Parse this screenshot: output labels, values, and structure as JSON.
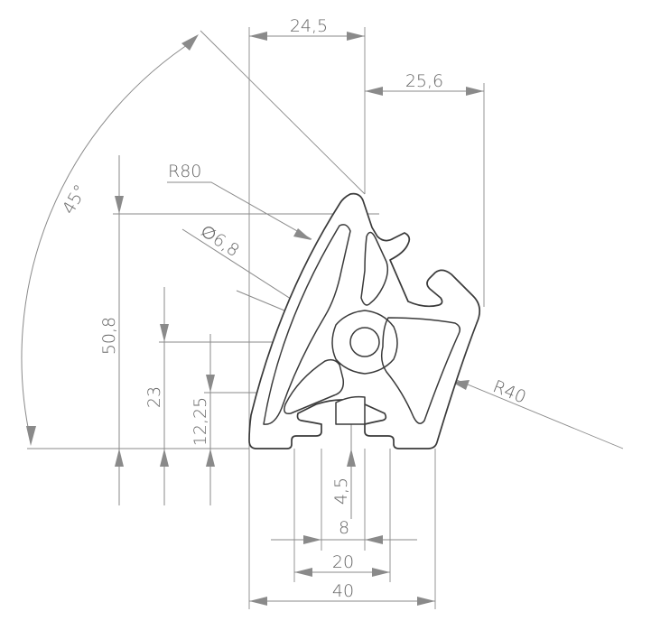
{
  "labels": {
    "width_24_5": "24,5",
    "width_25_6": "25,6",
    "angle_45": "45°",
    "radius_80": "R80",
    "diameter_6_8": "∅6,8",
    "height_50_8": "50,8",
    "height_23": "23",
    "height_12_25": "12,25",
    "radius_40": "R40",
    "slot_depth_4_5": "4,5",
    "slot_width_8": "8",
    "pitch_20": "20",
    "width_40": "40"
  },
  "colors": {
    "dimension_lines": "#8a8a8a",
    "profile_outline": "#3a3a3a",
    "text": "#666666",
    "background": "#ffffff"
  }
}
